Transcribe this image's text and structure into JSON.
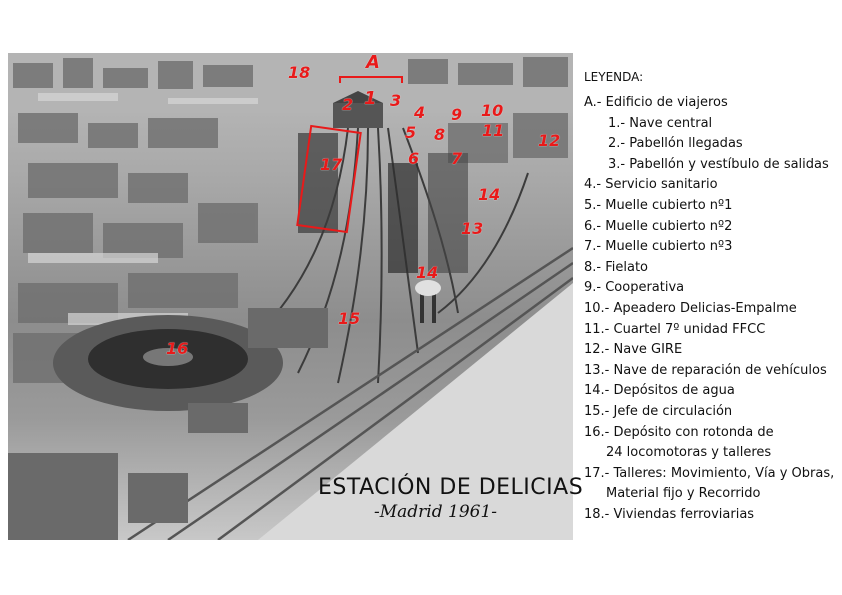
{
  "caption": {
    "title": "ESTACIÓN DE DELICIAS",
    "subtitle": "-Madrid 1961-"
  },
  "legend": {
    "title": "LEYENDA:",
    "items": [
      {
        "text": "A.- Edificio de viajeros",
        "indent": "none"
      },
      {
        "text": "1.- Nave central",
        "indent": "sub"
      },
      {
        "text": "2.- Pabellón llegadas",
        "indent": "sub"
      },
      {
        "text": "3.- Pabellón y vestíbulo de salidas",
        "indent": "sub"
      },
      {
        "text": "4.- Servicio sanitario",
        "indent": "none"
      },
      {
        "text": "5.- Muelle cubierto nº1",
        "indent": "none"
      },
      {
        "text": "6.- Muelle cubierto nº2",
        "indent": "none"
      },
      {
        "text": "7.- Muelle cubierto nº3",
        "indent": "none"
      },
      {
        "text": "8.- Fielato",
        "indent": "none"
      },
      {
        "text": "9.- Cooperativa",
        "indent": "none"
      },
      {
        "text": "10.- Apeadero Delicias-Empalme",
        "indent": "none"
      },
      {
        "text": "11.- Cuartel 7º unidad FFCC",
        "indent": "none"
      },
      {
        "text": "12.- Nave GIRE",
        "indent": "none"
      },
      {
        "text": "13.- Nave de reparación de vehículos",
        "indent": "none"
      },
      {
        "text": "14.- Depósitos de agua",
        "indent": "none"
      },
      {
        "text": "15.- Jefe de circulación",
        "indent": "none"
      },
      {
        "text": "16.- Depósito con rotonda de",
        "indent": "none"
      },
      {
        "text": "24 locomotoras y talleres",
        "indent": "cont"
      },
      {
        "text": "17.- Talleres: Movimiento, Vía y Obras,",
        "indent": "none"
      },
      {
        "text": "Material fijo y Recorrido",
        "indent": "cont"
      },
      {
        "text": "18.- Viviendas ferroviarias",
        "indent": "none"
      }
    ]
  },
  "markers": [
    {
      "id": "m18",
      "label": "18"
    },
    {
      "id": "mA",
      "label": "A"
    },
    {
      "id": "m1",
      "label": "1"
    },
    {
      "id": "m2",
      "label": "2"
    },
    {
      "id": "m3",
      "label": "3"
    },
    {
      "id": "m4",
      "label": "4"
    },
    {
      "id": "m5",
      "label": "5"
    },
    {
      "id": "m6",
      "label": "6"
    },
    {
      "id": "m7",
      "label": "7"
    },
    {
      "id": "m8",
      "label": "8"
    },
    {
      "id": "m9",
      "label": "9"
    },
    {
      "id": "m10",
      "label": "10"
    },
    {
      "id": "m11",
      "label": "11"
    },
    {
      "id": "m12",
      "label": "12"
    },
    {
      "id": "m13",
      "label": "13"
    },
    {
      "id": "m14a",
      "label": "14"
    },
    {
      "id": "m14b",
      "label": "14"
    },
    {
      "id": "m15",
      "label": "15"
    },
    {
      "id": "m16",
      "label": "16"
    },
    {
      "id": "m17",
      "label": "17"
    }
  ],
  "colors": {
    "marker": "#e81a1a",
    "text": "#111111"
  }
}
